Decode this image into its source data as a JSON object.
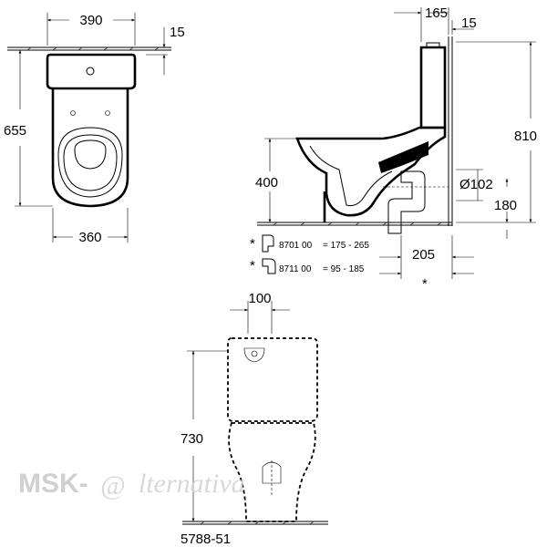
{
  "top_view": {
    "width_top": "390",
    "offset_top": "15",
    "depth": "655",
    "width_bottom": "360"
  },
  "side_view": {
    "top_offset": "165",
    "wall_gap": "15",
    "total_height": "810",
    "seat_height": "400",
    "pipe_diameter": "Ø102",
    "outlet_height": "180",
    "wall_distance": "205",
    "footnote_star": "*",
    "accessories": [
      {
        "marker": "*",
        "code": "8701 00",
        "range": "= 175 - 265"
      },
      {
        "marker": "*",
        "code": "8711 00",
        "range": "= 95 - 185"
      }
    ]
  },
  "front_view": {
    "cistern_width": "100",
    "height": "730"
  },
  "model_number": "5788-51",
  "watermark": {
    "prefix": "MSK-",
    "at": "@",
    "suffix": "lternativa"
  },
  "colors": {
    "line": "#000000",
    "watermark": "#c8c8c8"
  }
}
